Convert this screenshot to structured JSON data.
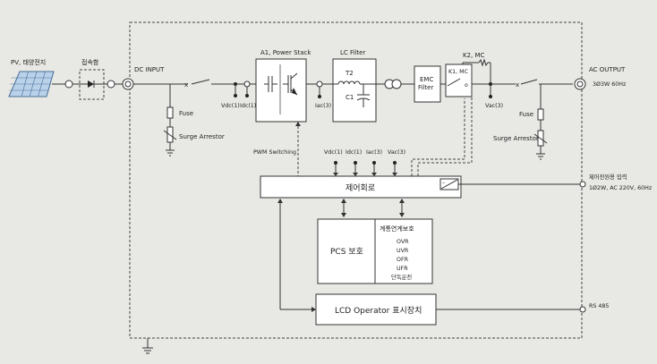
{
  "labels": {
    "pv": "PV, 태양전지",
    "junction": "접속함",
    "dc_input": "DC INPUT",
    "power_stack": "A1, Power Stack",
    "lc_filter": "LC Filter",
    "t2": "T2",
    "c1": "C1",
    "emc_line1": "EMC",
    "emc_line2": "Filter",
    "k2": "K2, MC",
    "k1": "K1, MC",
    "ac_output": "AC OUTPUT",
    "ac_spec": "3Ø3W 60Hz",
    "fuse_left": "Fuse",
    "surge_left": "Surge Arrestor",
    "fuse_right": "Fuse",
    "surge_right": "Surge Arrestor",
    "vdc1": "Vdc(1)",
    "idc1": "Idc(1)",
    "iac3": "Iac(3)",
    "vac3": "Vac(3)",
    "pwm": "PWM Switching",
    "sig_vdc": "Vdc(1)",
    "sig_idc": "Idc(1)",
    "sig_iac": "Iac(3)",
    "sig_vac": "Vac(3)",
    "control": "제어회로",
    "control_power_line1": "제어전원용 입력",
    "control_power_line2": "1Ø2W, AC 220V, 60Hz",
    "pcs_protect": "PCS 보호",
    "grid_protect": "계통연계보호",
    "protect_items": [
      "OVR",
      "UVR",
      "OFR",
      "UFR",
      "단독운전"
    ],
    "lcd": "LCD Operator 표시장치",
    "rs485": "RS 485"
  }
}
